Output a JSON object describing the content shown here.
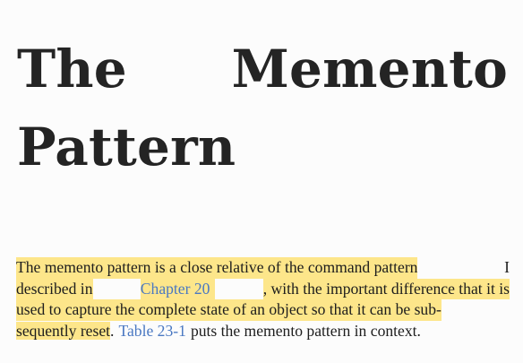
{
  "chapter": {
    "title_line1_word1": "The",
    "title_line1_word2": "Memento",
    "title_line2": "Pattern"
  },
  "paragraph": {
    "l1_highlight": "The memento pattern is a close relative of the command pattern",
    "l1_plain": "I",
    "l2_pre": "described in",
    "l2_link": "Chapter 20",
    "l2_post": ", with the important difference that it is",
    "l3": "used to capture the complete state of an object so that it can be sub-",
    "l4_highlight": "sequently reset",
    "l4_dot": ".",
    "l4_link": "Table 23-1",
    "l4_rest": "puts the memento pattern in context."
  },
  "colors": {
    "highlight": "#fde68a",
    "link": "#4a78c2",
    "text": "#1d1d1d",
    "background": "#fcfcfc"
  }
}
